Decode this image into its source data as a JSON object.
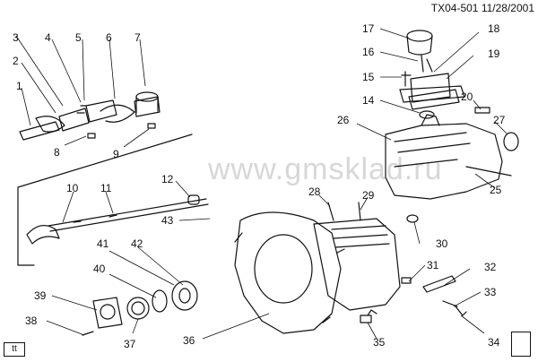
{
  "header": {
    "code": "TX04-501",
    "date": "11/28/2001"
  },
  "watermark": "www.gmsklad.ru",
  "corner_label": "tt",
  "callouts": [
    "1",
    "2",
    "3",
    "4",
    "5",
    "6",
    "7",
    "8",
    "9",
    "10",
    "11",
    "12",
    "14",
    "15",
    "16",
    "17",
    "18",
    "19",
    "20",
    "25",
    "26",
    "27",
    "28",
    "29",
    "30",
    "31",
    "32",
    "33",
    "34",
    "35",
    "36",
    "37",
    "38",
    "39",
    "40",
    "41",
    "42",
    "43"
  ],
  "colors": {
    "ink": "#111111",
    "watermark": "#8c8c8c"
  },
  "logo_icon": "gm-spo-logo"
}
